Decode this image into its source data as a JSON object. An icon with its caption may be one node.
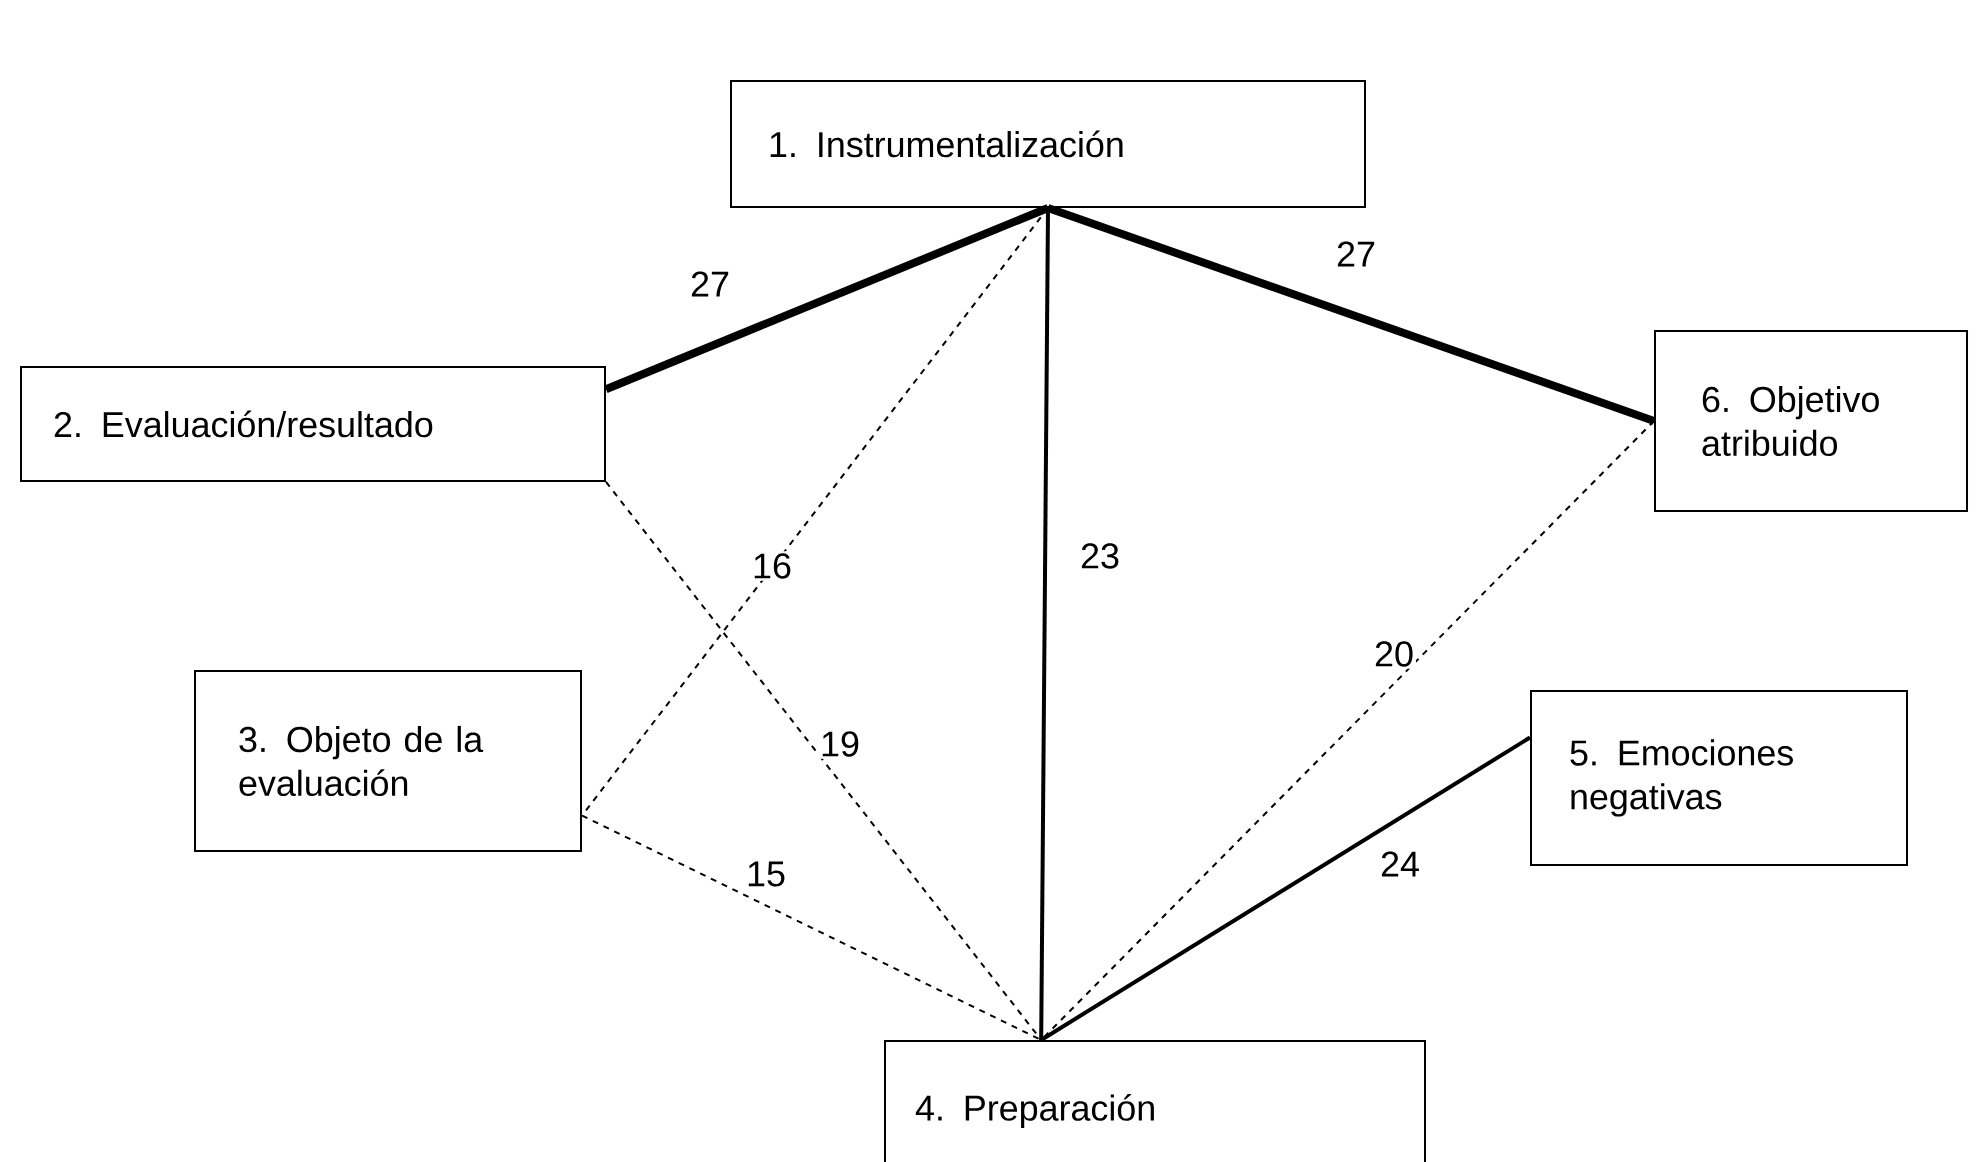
{
  "diagram": {
    "nodes": [
      {
        "text": [
          "1. Instrumentalización"
        ]
      },
      {
        "text": [
          "2. Evaluación/resultado"
        ]
      },
      {
        "text": [
          "3. Objeto de la evaluación"
        ]
      },
      {
        "text": [
          "4. Preparación"
        ]
      },
      {
        "text": [
          "5. Emociones negativas"
        ]
      },
      {
        "text": [
          "6. Objetivo atribuido"
        ]
      }
    ],
    "edges": [
      {
        "from": 0,
        "to": 1,
        "arrow": "none",
        "label": "27",
        "style": "thick"
      },
      {
        "from": 0,
        "to": 5,
        "arrow": "none",
        "label": "27",
        "style": "thick"
      },
      {
        "from": 0,
        "to": 2,
        "arrow": "none",
        "label": "16",
        "style": "dashed"
      },
      {
        "from": 0,
        "to": 3,
        "arrow": "none",
        "label": "23"
      },
      {
        "from": 1,
        "to": 3,
        "arrow": "none",
        "label": "19",
        "style": "dashed"
      },
      {
        "from": 2,
        "to": 3,
        "arrow": "none",
        "label": "15",
        "style": "dashed"
      },
      {
        "from": 5,
        "to": 3,
        "arrow": "none",
        "label": "20",
        "style": "dashed"
      },
      {
        "from": 4,
        "to": 3,
        "arrow": "none",
        "label": "24"
      }
    ]
  }
}
